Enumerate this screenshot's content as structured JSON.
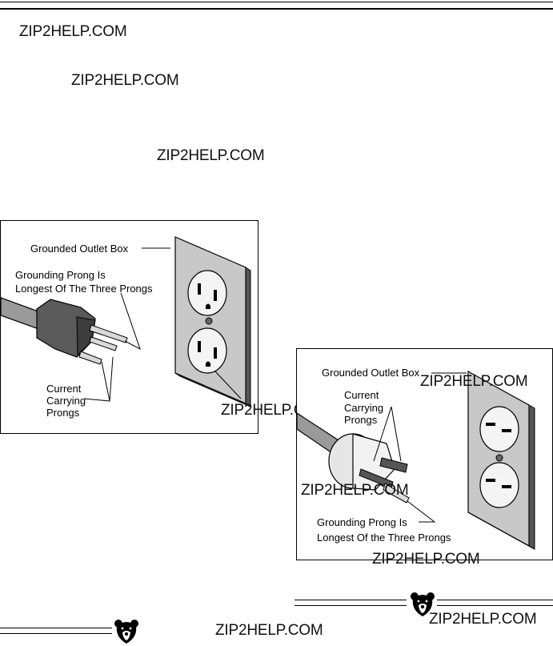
{
  "watermark": "ZIP2HELP.COM",
  "figure_1": {
    "outlet_label": "Grounded Outlet Box",
    "grounding_label_line1": "Grounding Prong Is",
    "grounding_label_line2": "Longest Of The Three Prongs",
    "current_label_line1": "Current",
    "current_label_line2": "Carrying",
    "current_label_line3": "Prongs"
  },
  "figure_2": {
    "outlet_label": "Grounded Outlet Box",
    "current_label_line1": "Current",
    "current_label_line2": "Carrying",
    "current_label_line3": "Prongs",
    "grounding_label_line1": "Grounding Prong Is",
    "grounding_label_line2": "Longest Of the Three Prongs"
  },
  "footer": {
    "logo_left": "bear-logo-icon",
    "logo_right": "bear-logo-icon"
  }
}
